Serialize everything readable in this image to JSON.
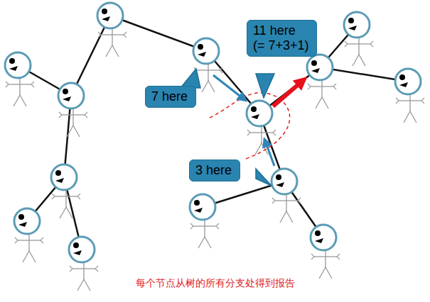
{
  "diagram": {
    "caption": "每个节点从树的所有分支处得到报告",
    "nodes": [
      {
        "text": [
          "11 here (= 7+3+1)"
        ]
      },
      {
        "text": [
          "7 here"
        ]
      },
      {
        "text": [
          "3 here"
        ]
      }
    ]
  }
}
